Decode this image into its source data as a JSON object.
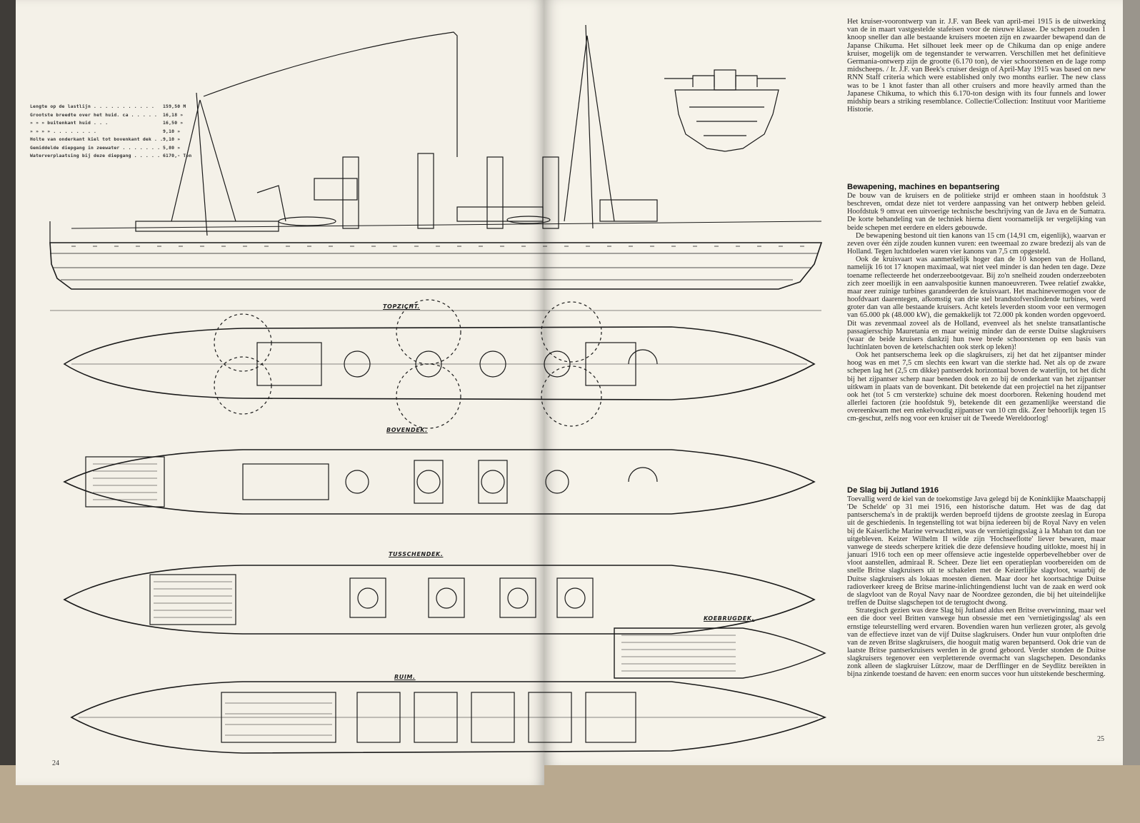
{
  "specs": {
    "rows": [
      {
        "label": "Lengte op de lastlijn . . . . . . . . . . .",
        "value": "159,50 M"
      },
      {
        "label": "Grootste breedte over het huid. ca . . . . .",
        "value": "16,18 »"
      },
      {
        "label": "» » » buitenkant huid . . .",
        "value": "16,50 »"
      },
      {
        "label": "» » » » . . . . . . . .",
        "value": "9,10 »"
      },
      {
        "label": "Holte van onderkant kiel tot bovenkant dek . .",
        "value": "9,10 »"
      },
      {
        "label": "Gemiddelde diepgang in zeewater . . . . . . .",
        "value": "5,80 »"
      },
      {
        "label": "Waterverplaatsing bij deze diepgang . . . . .",
        "value": "6170,- Ton"
      }
    ]
  },
  "deck_labels": {
    "topzicht": "TOPZICHT.",
    "bovendek": "BOVENDEK.",
    "tusschendek": "TUSSCHENDEK.",
    "koebrugdek": "KOEBRUGDEK.",
    "ruim": "RUIM."
  },
  "caption": "Het kruiser-voorontwerp van ir. J.F. van Beek van april-mei 1915 is de uitwerking van de in maart vastgestelde stafeisen voor de nieuwe klasse. De schepen zouden 1 knoop sneller dan alle bestaande kruisers moeten zijn en zwaarder bewapend dan de Japanse Chikuma. Het silhouet leek meer op de Chikuma dan op enige andere kruiser, mogelijk om de tegenstander te verwarren. Verschillen met het definitieve Germania-ontwerp zijn de grootte (6.170 ton), de vier schoorstenen en de lage romp midscheeps. / Ir. J.F. van Beek's cruiser design of April-May 1915 was based on new RNN Staff criteria which were established only two months earlier. The new class was to be 1 knot faster than all other cruisers and more heavily armed than the Japanese Chikuma, to which this 6.170-ton design with its four funnels and lower midship bears a striking resemblance. Collectie/Collection: Instituut voor Maritieme Historie.",
  "section1": {
    "heading": "Bewapening, machines en bepantsering",
    "paragraphs": [
      "De bouw van de kruisers en de politieke strijd er omheen staan in hoofdstuk 3 beschreven, omdat deze niet tot verdere aanpassing van het ontwerp hebben geleid. Hoofdstuk 9 omvat een uitvoerige technische beschrijving van de Java en de Sumatra. De korte behandeling van de techniek hierna dient voornamelijk ter vergelijking van beide schepen met eerdere en elders gebouwde.",
      "De bewapening bestond uit tien kanons van 15 cm (14,91 cm, eigenlijk), waarvan er zeven over één zijde zouden kunnen vuren: een tweemaal zo zware bredezij als van de Holland. Tegen luchtdoelen waren vier kanons van 7,5 cm opgesteld.",
      "Ook de kruisvaart was aanmerkelijk hoger dan de 10 knopen van de Holland, namelijk 16 tot 17 knopen maximaal, wat niet veel minder is dan heden ten dage. Deze toename reflecteerde het onderzeebootgevaar. Bij zo'n snelheid zouden onderzeeboten zich zeer moeilijk in een aanvalspositie kunnen manoeuvreren. Twee relatief zwakke, maar zeer zuinige turbines garandeerden de kruisvaart. Het machinevermogen voor de hoofdvaart daarentegen, afkomstig van drie stel brandstofverslindende turbines, werd groter dan van alle bestaande kruisers. Acht ketels leverden stoom voor een vermogen van 65.000 pk (48.000 kW), die gemakkelijk tot 72.000 pk konden worden opgevoerd. Dit was zevenmaal zoveel als de Holland, evenveel als het snelste transatlantische passagiersschip Mauretania en maar weinig minder dan de eerste Duitse slagkruisers (waar de beide kruisers dankzij hun twee brede schoorstenen op een basis van luchtinlaten boven de ketelschachten ook sterk op leken)!",
      "Ook het pantserschema leek op die slagkruisers, zij het dat het zijpantser minder hoog was en met 7,5 cm slechts een kwart van die sterkte had. Net als op de zware schepen lag het (2,5 cm dikke) pantserdek horizontaal boven de waterlijn, tot het dicht bij het zijpantser scherp naar beneden dook en zo bij de onderkant van het zijpantser uitkwam in plaats van de bovenkant. Dit betekende dat een projectiel na het zijpantser ook het (tot 5 cm versterkte) schuine dek moest doorboren. Rekening houdend met allerlei factoren (zie hoofdstuk 9), betekende dit een gezamenlijke weerstand die overeenkwam met een enkelvoudig zijpantser van 10 cm dik. Zeer behoorlijk tegen 15 cm-geschut, zelfs nog voor een kruiser uit de Tweede Wereldoorlog!"
    ]
  },
  "section2": {
    "heading": "De Slag bij Jutland 1916",
    "paragraphs": [
      "Toevallig werd de kiel van de toekomstige Java gelegd bij de Koninklijke Maatschappij 'De Schelde' op 31 mei 1916, een historische datum. Het was de dag dat pantserschema's in de praktijk werden beproefd tijdens de grootste zeeslag in Europa uit de geschiedenis. In tegenstelling tot wat bijna iedereen bij de Royal Navy en velen bij de Kaiserliche Marine verwachtten, was de vernietigingsslag à la Mahan tot dan toe uitgebleven. Keizer Wilhelm II wilde zijn 'Hochseeflotte' liever bewaren, maar vanwege de steeds scherpere kritiek die deze defensieve houding uitlokte, moest hij in januari 1916 toch een op meer offensieve actie ingestelde opperbevelhebber over de vloot aanstellen, admiraal R. Scheer. Deze liet een operatieplan voorbereiden om de snelle Britse slagkruisers uit te schakelen met de Keizerlijke slagvloot, waarbij de Duitse slagkruisers als lokaas moesten dienen. Maar door het koortsachtige Duitse radioverkeer kreeg de Britse marine-inlichtingendienst lucht van de zaak en werd ook de slagvloot van de Royal Navy naar de Noordzee gezonden, die bij het uiteindelijke treffen de Duitse slagschepen tot de terugtocht dwong.",
      "Strategisch gezien was deze Slag bij Jutland aldus een Britse overwinning, maar wel een die door veel Britten vanwege hun obsessie met een 'vernietigingsslag' als een ernstige teleurstelling werd ervaren. Bovendien waren hun verliezen groter, als gevolg van de effectieve inzet van de vijf Duitse slagkruisers. Onder hun vuur ontploften drie van de zeven Britse slagkruisers, die hooguit matig waren bepantserd. Ook drie van de laatste Britse pantserkruisers werden in de grond geboord. Verder stonden de Duitse slagkruisers tegenover een verpletterende overmacht van slagschepen. Desondanks zonk alleen de slagkruiser Lützow, maar de Derfflinger en de Seydlitz bereikten in bijna zinkende toestand de haven: een enorm succes voor hun uitstekende bescherming."
    ]
  },
  "page_numbers": {
    "left": "24",
    "right": "25"
  }
}
